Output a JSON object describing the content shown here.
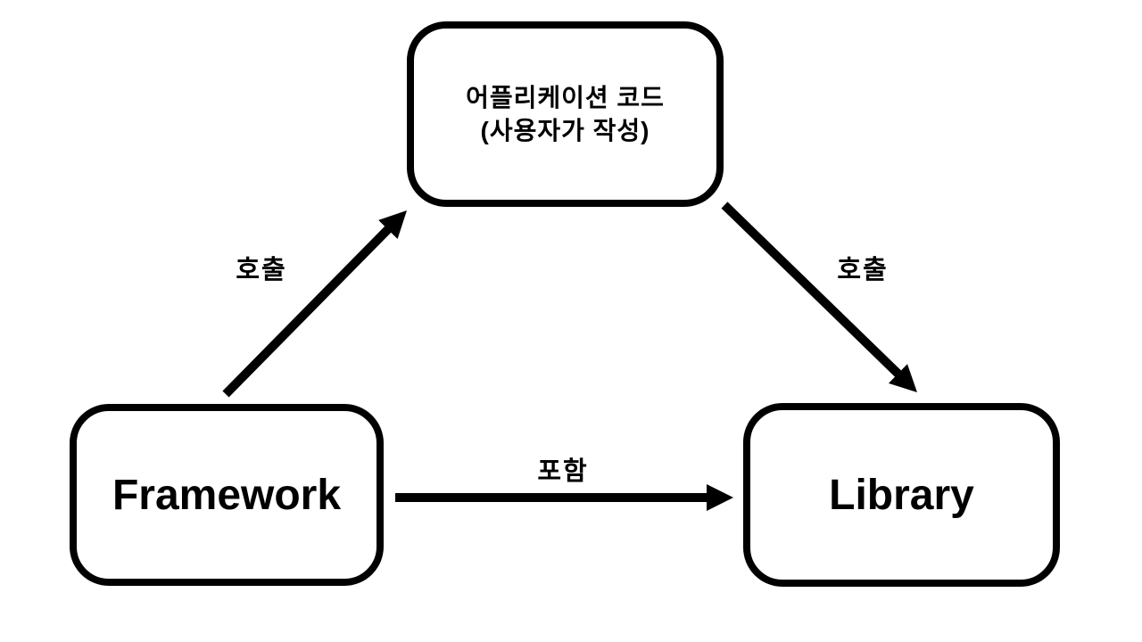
{
  "diagram": {
    "background_color": "#ffffff",
    "stroke_color": "#000000",
    "nodes": {
      "app_code": {
        "label_line1": "어플리케이션 코드",
        "label_line2": "(사용자가 작성)"
      },
      "framework": {
        "label": "Framework"
      },
      "library": {
        "label": "Library"
      }
    },
    "edges": [
      {
        "from": "framework",
        "to": "app_code",
        "label": "호출"
      },
      {
        "from": "app_code",
        "to": "library",
        "label": "호출"
      },
      {
        "from": "framework",
        "to": "library",
        "label": "포함"
      }
    ]
  }
}
